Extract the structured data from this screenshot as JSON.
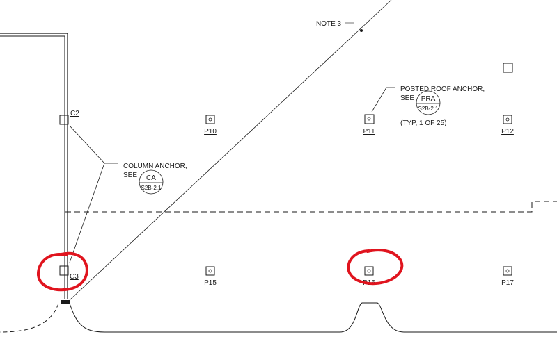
{
  "note": {
    "label": "NOTE 3"
  },
  "column_anchor": {
    "line1": "COLUMN ANCHOR,",
    "line2": "SEE",
    "bubble_top": "CA",
    "bubble_bottom": "S2B-2.1"
  },
  "roof_anchor": {
    "line1": "POSTED ROOF ANCHOR,",
    "line2": "SEE",
    "bubble_top": "PRA",
    "bubble_bottom": "S2B-2.1",
    "typ": "(TYP, 1 OF 25)"
  },
  "columns": {
    "c2": "C2",
    "c3": "C3"
  },
  "posts": {
    "p10": "P10",
    "p11": "P11",
    "p12": "P12",
    "p15": "P15",
    "p16": "P16",
    "p17": "P17"
  },
  "markup_color": "#e0141e"
}
